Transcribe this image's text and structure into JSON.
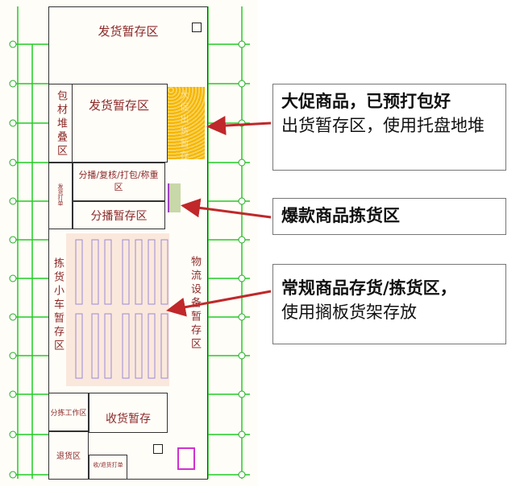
{
  "plan": {
    "zones": {
      "top_outbound": "发货暂存区",
      "outbound": "发货暂存区",
      "packaging": "包材堆叠区",
      "promo": "大促出货暂存区",
      "sorting": "分播/复核/打包/称重区",
      "print": "发货打单",
      "sort_buffer": "分播暂存区",
      "cart_storage": "拣货小车暂存区",
      "equipment": "物流设备暂存区",
      "pick_work": "分拣工作区",
      "receiving": "收货暂存",
      "returns": "退货区",
      "receive_print": "收/退货打单"
    }
  },
  "callouts": [
    {
      "title": "大促商品，已预打包好",
      "body": "出货暂存区，使用托盘地堆"
    },
    {
      "title": "爆款商品拣货区",
      "body": ""
    },
    {
      "title": "常规商品存货/拣货区，",
      "body": "使用搁板货架存放"
    }
  ],
  "colors": {
    "wall": "#333333",
    "grid": "#22cc22",
    "label": "#8b2a2a",
    "arrow": "#c0282a",
    "promo": "#f5b400"
  }
}
